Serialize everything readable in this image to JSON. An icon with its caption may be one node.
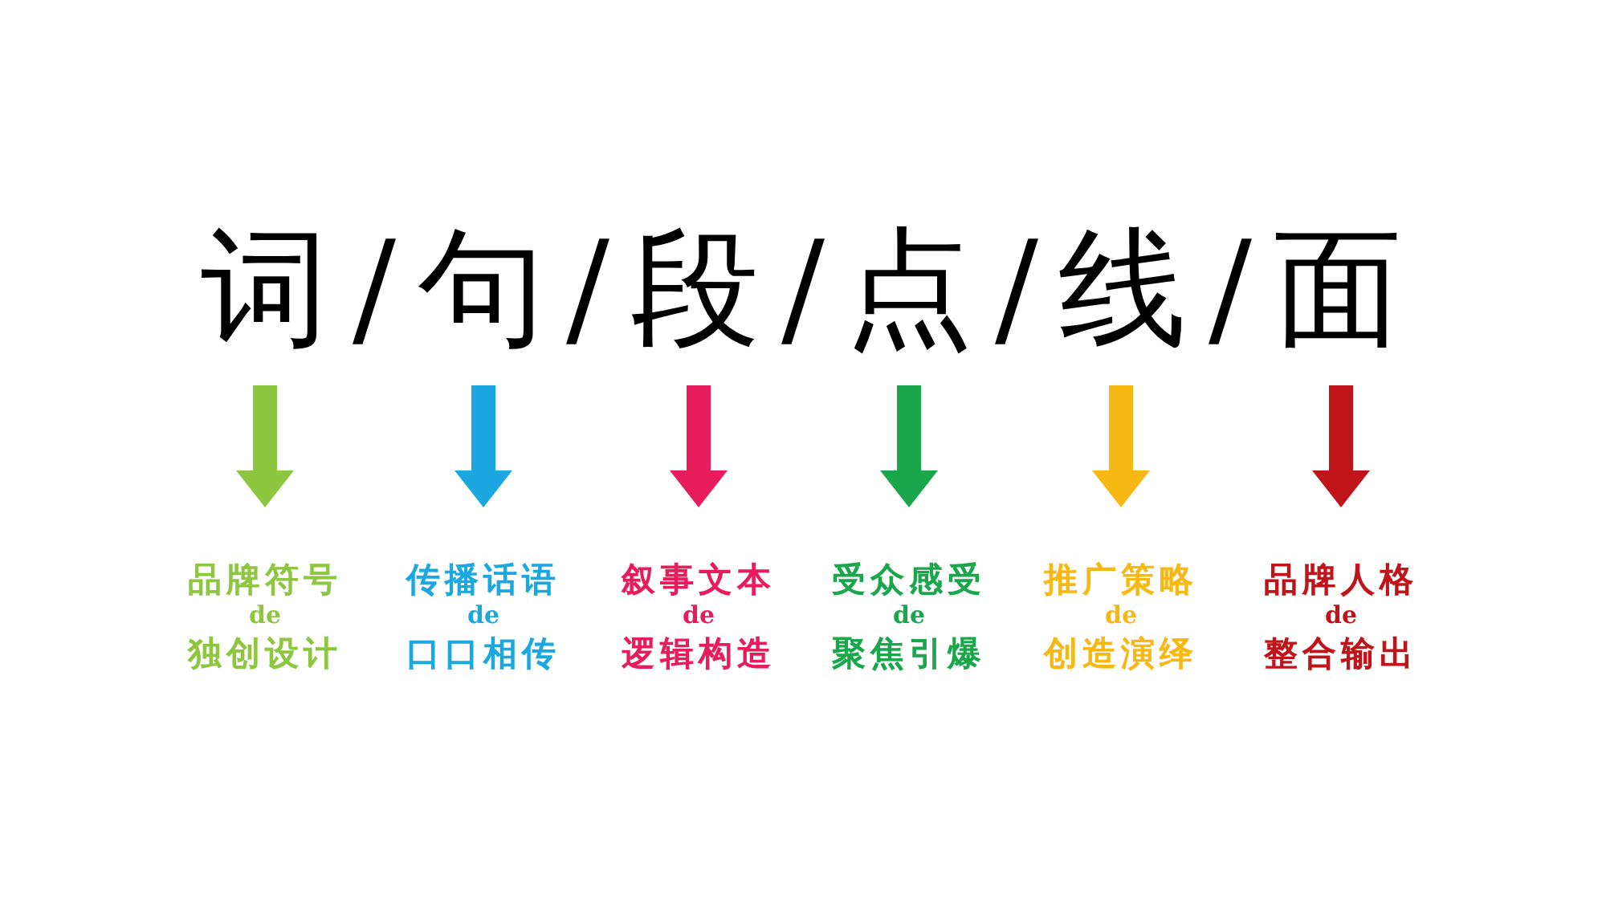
{
  "diagram": {
    "nodes": [
      {
        "text": [
          "词"
        ]
      },
      {
        "text": [
          "句"
        ]
      },
      {
        "text": [
          "段"
        ]
      },
      {
        "text": [
          "点"
        ]
      },
      {
        "text": [
          "线"
        ]
      },
      {
        "text": [
          "面"
        ]
      },
      {
        "text": [
          "品牌符号",
          "de",
          "独创设计"
        ]
      },
      {
        "text": [
          "传播话语",
          "de",
          "口口相传"
        ]
      },
      {
        "text": [
          "叙事文本",
          "de",
          "逻辑构造"
        ]
      },
      {
        "text": [
          "受众感受",
          "de",
          "聚焦引爆"
        ]
      },
      {
        "text": [
          "推广策略",
          "de",
          "创造演绎"
        ]
      },
      {
        "text": [
          "品牌人格",
          "de",
          "整合输出"
        ]
      }
    ],
    "edges": [
      {
        "from": 0,
        "to": 6,
        "arrow": "to",
        "color": "#8dc63f"
      },
      {
        "from": 1,
        "to": 7,
        "arrow": "to",
        "color": "#1ba8e0"
      },
      {
        "from": 2,
        "to": 8,
        "arrow": "to",
        "color": "#e61c5d"
      },
      {
        "from": 3,
        "to": 9,
        "arrow": "to",
        "color": "#1aa64b"
      },
      {
        "from": 4,
        "to": 10,
        "arrow": "to",
        "color": "#f7b814"
      },
      {
        "from": 5,
        "to": 11,
        "arrow": "to",
        "color": "#c0141b"
      }
    ],
    "labels": [
      "/",
      "/",
      "/",
      "/",
      "/"
    ]
  }
}
